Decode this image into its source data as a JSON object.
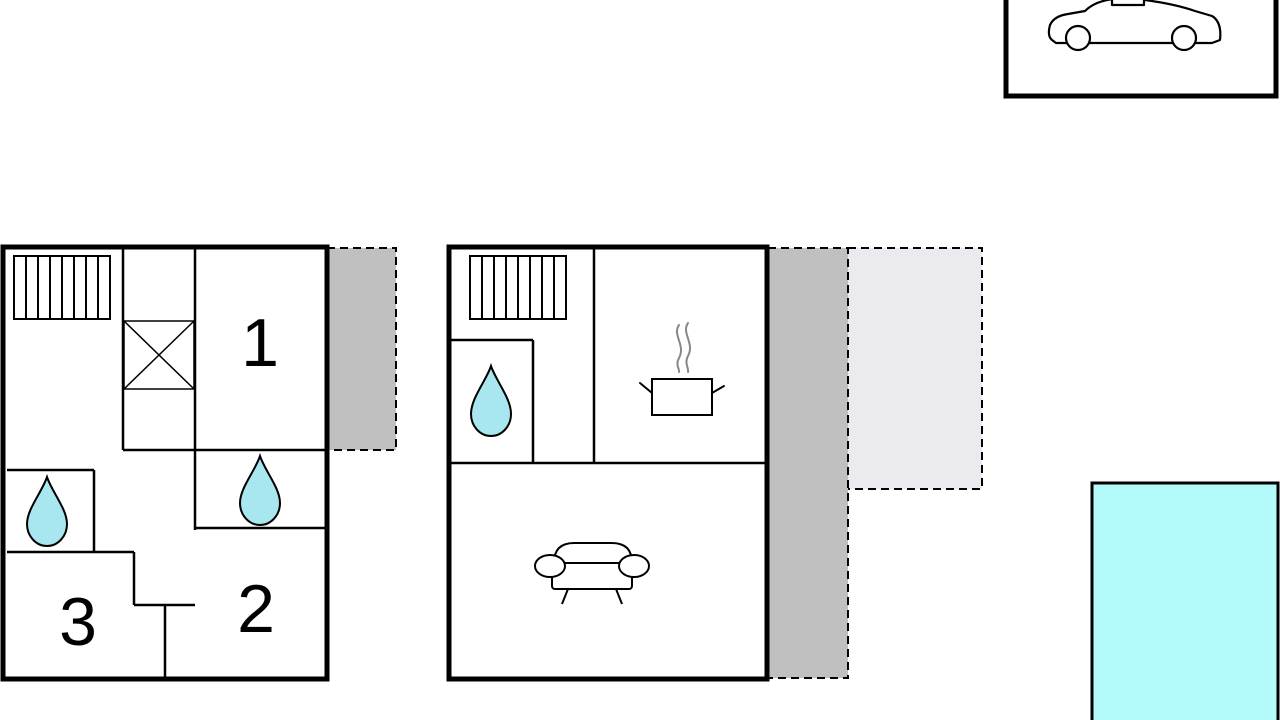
{
  "floor_plan": {
    "rooms": {
      "bedroom_1": {
        "number": "1"
      },
      "bedroom_2": {
        "number": "2"
      },
      "bedroom_3": {
        "number": "3"
      }
    },
    "icons": {
      "parking": "car-icon",
      "stairs": "stairs-icon",
      "bathroom": "water-drop-icon",
      "kitchen": "cooking-pot-icon",
      "living": "sofa-icon",
      "pool": "pool-icon"
    },
    "colors": {
      "wall": "#000000",
      "water_drop": "#a8e6f0",
      "pool": "#b3fafb",
      "terrace_dark": "#c0c0c0",
      "terrace_light": "#ebebef"
    }
  }
}
